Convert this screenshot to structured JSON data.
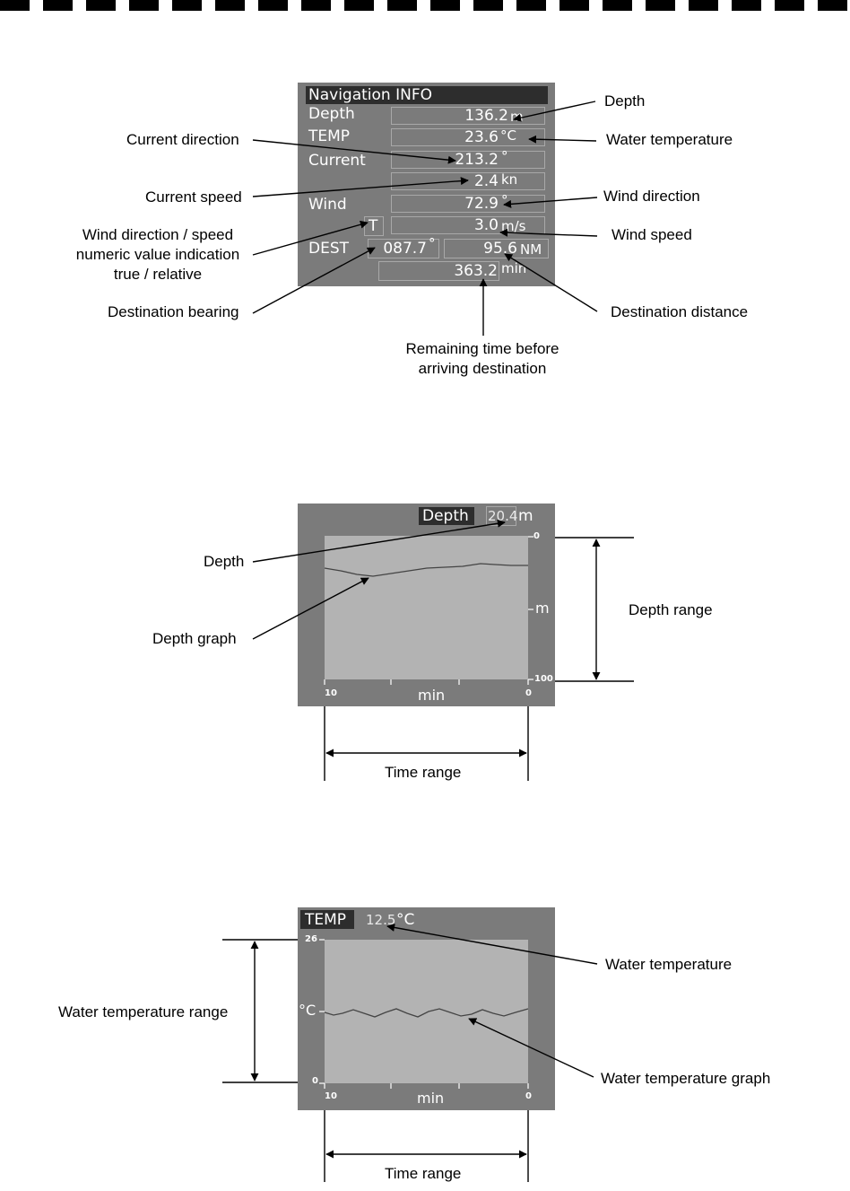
{
  "nav_panel": {
    "title": "Navigation  INFO",
    "rows": {
      "depth_label": "Depth",
      "depth_value": "136.2",
      "depth_unit": "m",
      "temp_label": "TEMP",
      "temp_value": "23.6",
      "temp_unit": "°C",
      "current_label": "Current",
      "current_dir_value": "213.2",
      "current_dir_unit": "°",
      "current_speed_value": "2.4",
      "current_speed_unit": "kn",
      "wind_label": "Wind",
      "wind_dir_value": "72.9",
      "wind_dir_unit": "°",
      "wind_mode": "T",
      "wind_speed_value": "3.0",
      "wind_speed_unit": "m/s",
      "dest_label": "DEST",
      "dest_bearing_value": "087.7",
      "dest_bearing_unit": "°",
      "dest_distance_value": "95.6",
      "dest_distance_unit": "NM",
      "dest_time_value": "363.2",
      "dest_time_unit": "min"
    },
    "annotations": {
      "depth": "Depth",
      "water_temperature": "Water temperature",
      "current_direction": "Current direction",
      "current_speed": "Current speed",
      "wind_direction": "Wind direction",
      "wind_speed": "Wind speed",
      "wind_mode_line1": "Wind direction / speed",
      "wind_mode_line2": "numeric value indication",
      "wind_mode_line3": "true / relative",
      "destination_bearing": "Destination bearing",
      "destination_distance": "Destination distance",
      "remaining_time_line1": "Remaining time before",
      "remaining_time_line2": "arriving destination"
    }
  },
  "depth_graph": {
    "header_label": "Depth",
    "header_value": "20.4",
    "header_unit": "m",
    "y_top_tick": "0",
    "y_unit": "m",
    "y_bottom_tick": "100",
    "x_left_tick": "10",
    "x_right_tick": "0",
    "x_unit": "min",
    "annotations": {
      "depth": "Depth",
      "depth_graph": "Depth graph",
      "depth_range": "Depth range",
      "time_range": "Time range"
    }
  },
  "temp_graph": {
    "header_label": "TEMP",
    "header_value": "12.5",
    "header_unit": "°C",
    "y_top_tick": "26",
    "y_unit": "°C",
    "y_bottom_tick": "0",
    "x_left_tick": "10",
    "x_right_tick": "0",
    "x_unit": "min",
    "annotations": {
      "water_temperature": "Water temperature",
      "water_temperature_graph": "Water temperature graph",
      "water_temperature_range": "Water temperature range",
      "time_range": "Time range"
    }
  },
  "colors": {
    "panel": "#7b7b7b",
    "plot_area": "#b3b3b3",
    "title_bar": "#2d2d2d"
  }
}
